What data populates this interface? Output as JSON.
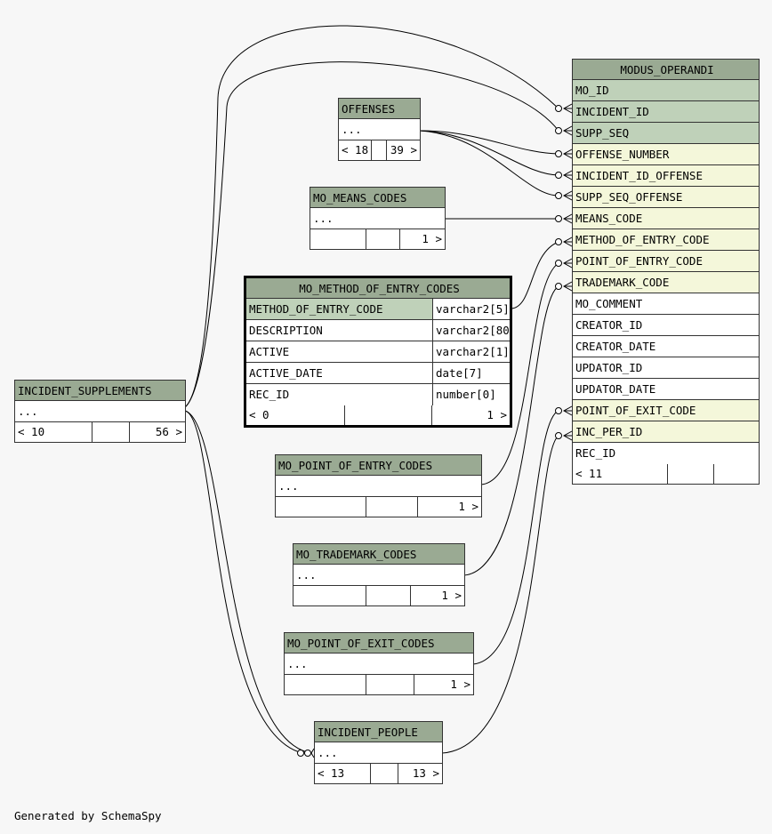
{
  "main_table": {
    "title": "MODUS_OPERANDI",
    "columns": [
      {
        "name": "MO_ID",
        "kind": "pk"
      },
      {
        "name": "INCIDENT_ID",
        "kind": "pk"
      },
      {
        "name": "SUPP_SEQ",
        "kind": "pk"
      },
      {
        "name": "OFFENSE_NUMBER",
        "kind": "fk"
      },
      {
        "name": "INCIDENT_ID_OFFENSE",
        "kind": "fk"
      },
      {
        "name": "SUPP_SEQ_OFFENSE",
        "kind": "fk"
      },
      {
        "name": "MEANS_CODE",
        "kind": "fk"
      },
      {
        "name": "METHOD_OF_ENTRY_CODE",
        "kind": "fk"
      },
      {
        "name": "POINT_OF_ENTRY_CODE",
        "kind": "fk"
      },
      {
        "name": "TRADEMARK_CODE",
        "kind": "fk"
      },
      {
        "name": "MO_COMMENT",
        "kind": "plain"
      },
      {
        "name": "CREATOR_ID",
        "kind": "plain"
      },
      {
        "name": "CREATOR_DATE",
        "kind": "plain"
      },
      {
        "name": "UPDATOR_ID",
        "kind": "plain"
      },
      {
        "name": "UPDATOR_DATE",
        "kind": "plain"
      },
      {
        "name": "POINT_OF_EXIT_CODE",
        "kind": "fk"
      },
      {
        "name": "INC_PER_ID",
        "kind": "fk"
      },
      {
        "name": "REC_ID",
        "kind": "plain"
      }
    ],
    "footer": {
      "parents": "< 11",
      "mid": "",
      "children": ""
    }
  },
  "focus_table": {
    "title": "MO_METHOD_OF_ENTRY_CODES",
    "columns": [
      {
        "name": "METHOD_OF_ENTRY_CODE",
        "type": "varchar2[5]",
        "kind": "pk"
      },
      {
        "name": "DESCRIPTION",
        "type": "varchar2[80]",
        "kind": "plain"
      },
      {
        "name": "ACTIVE",
        "type": "varchar2[1]",
        "kind": "plain"
      },
      {
        "name": "ACTIVE_DATE",
        "type": "date[7]",
        "kind": "plain"
      },
      {
        "name": "REC_ID",
        "type": "number[0]",
        "kind": "plain"
      }
    ],
    "footer": {
      "parents": "< 0",
      "mid": "",
      "children": "1 >"
    }
  },
  "tables": {
    "offenses": {
      "title": "OFFENSES",
      "body": "...",
      "parents": "< 18",
      "mid": "",
      "children": "39 >"
    },
    "means": {
      "title": "MO_MEANS_CODES",
      "body": "...",
      "parents": "",
      "mid": "",
      "children": "1 >"
    },
    "supplements": {
      "title": "INCIDENT_SUPPLEMENTS",
      "body": "...",
      "parents": "< 10",
      "mid": "",
      "children": "56 >"
    },
    "point_entry": {
      "title": "MO_POINT_OF_ENTRY_CODES",
      "body": "...",
      "parents": "",
      "mid": "",
      "children": "1 >"
    },
    "trademark": {
      "title": "MO_TRADEMARK_CODES",
      "body": "...",
      "parents": "",
      "mid": "",
      "children": "1 >"
    },
    "point_exit": {
      "title": "MO_POINT_OF_EXIT_CODES",
      "body": "...",
      "parents": "",
      "mid": "",
      "children": "1 >"
    },
    "people": {
      "title": "INCIDENT_PEOPLE",
      "body": "...",
      "parents": "< 13",
      "mid": "",
      "children": "13 >"
    }
  },
  "footer_text": "Generated by SchemaSpy",
  "colors": {
    "header": "#9aaa93",
    "primary_key": "#bfd1b9",
    "foreign_key": "#f4f7da",
    "background": "#f7f7f7"
  }
}
